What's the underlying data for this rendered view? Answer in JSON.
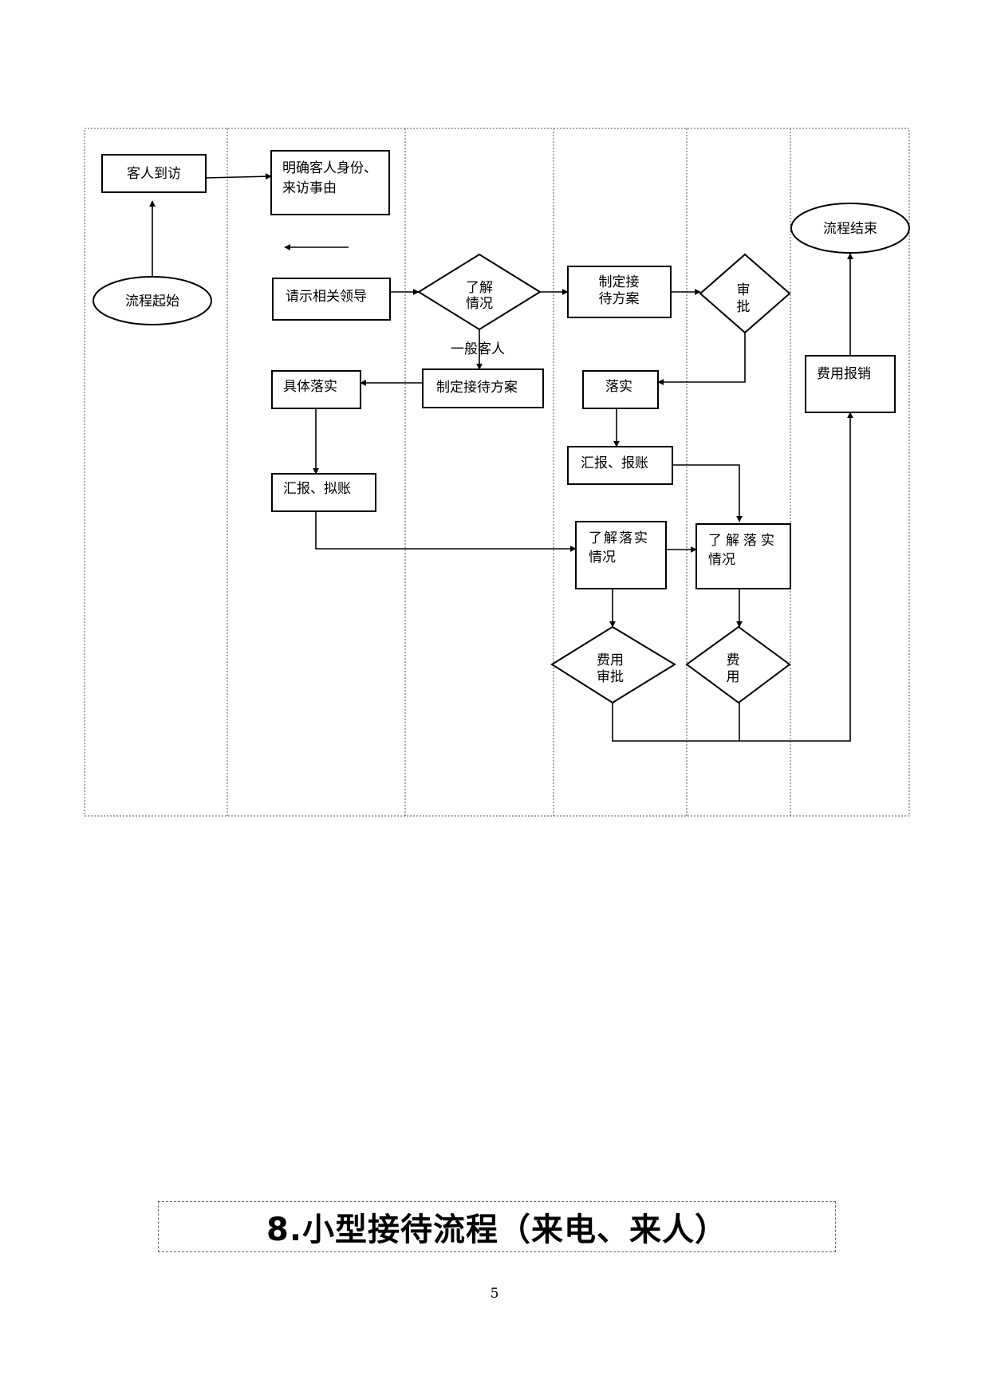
{
  "diagram": {
    "nodes": {
      "guest_arrival": "客人到访",
      "flow_start": "流程起始",
      "confirm_identity": [
        "明确客人身份、",
        "来访事由"
      ],
      "ask_leader": "请示相关领导",
      "understand_situation": [
        "了解",
        "情况"
      ],
      "make_plan_top": [
        "制定接",
        "待方案"
      ],
      "approve": [
        "审",
        "批"
      ],
      "flow_end": "流程结束",
      "make_plan_general": "制定接待方案",
      "implement_specific": "具体落实",
      "implement": "落实",
      "report_account": "汇报、拟账",
      "report_reimburse": "汇报、报账",
      "check_impl_left": [
        "了解落实",
        "情况"
      ],
      "check_impl_right": [
        "了解落实",
        "情况"
      ],
      "expense_approval_left": [
        "费用",
        "审批"
      ],
      "expense_approval_right": [
        "费",
        "用"
      ],
      "expense_reimburse": "费用报销"
    },
    "edge_labels": {
      "general_guest": "一般客人"
    }
  },
  "section_title": "8.小型接待流程（来电、来人）",
  "page_number": "5"
}
